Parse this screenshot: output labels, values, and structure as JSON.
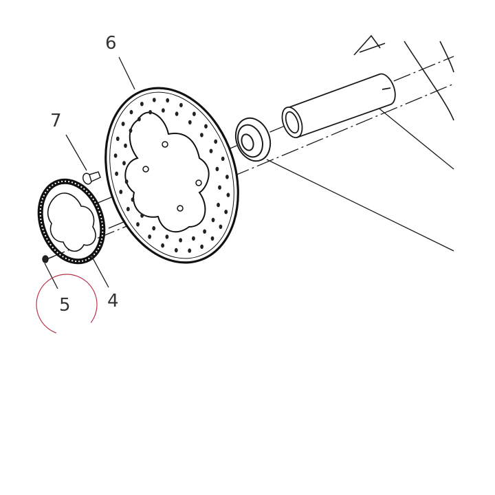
{
  "diagram": {
    "callouts": {
      "disc": "6",
      "disc_screw": "7",
      "tone_ring": "4",
      "ring_screw": "5"
    },
    "highlight_color": "#b8334a",
    "line_color": "#1a1a1a"
  }
}
